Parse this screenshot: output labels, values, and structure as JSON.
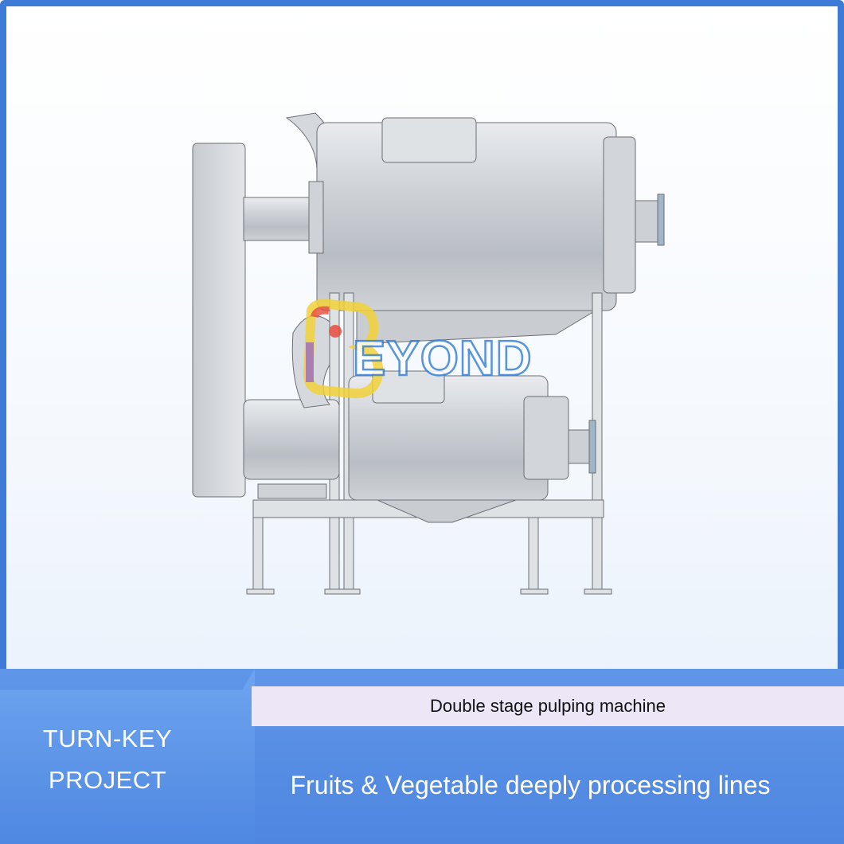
{
  "product": {
    "caption": "Double stage pulping machine",
    "tagline": "Fruits & Vegetable deeply processing lines"
  },
  "badge": {
    "line1": "TURN-KEY",
    "line2": "PROJECT"
  },
  "logo": {
    "text": "EYOND"
  },
  "colors": {
    "frame_blue": "#3d7bd6",
    "banner_blue": "#5f96e8",
    "caption_bar": "#ece6f6",
    "logo_blue": "#2f7bd8"
  }
}
